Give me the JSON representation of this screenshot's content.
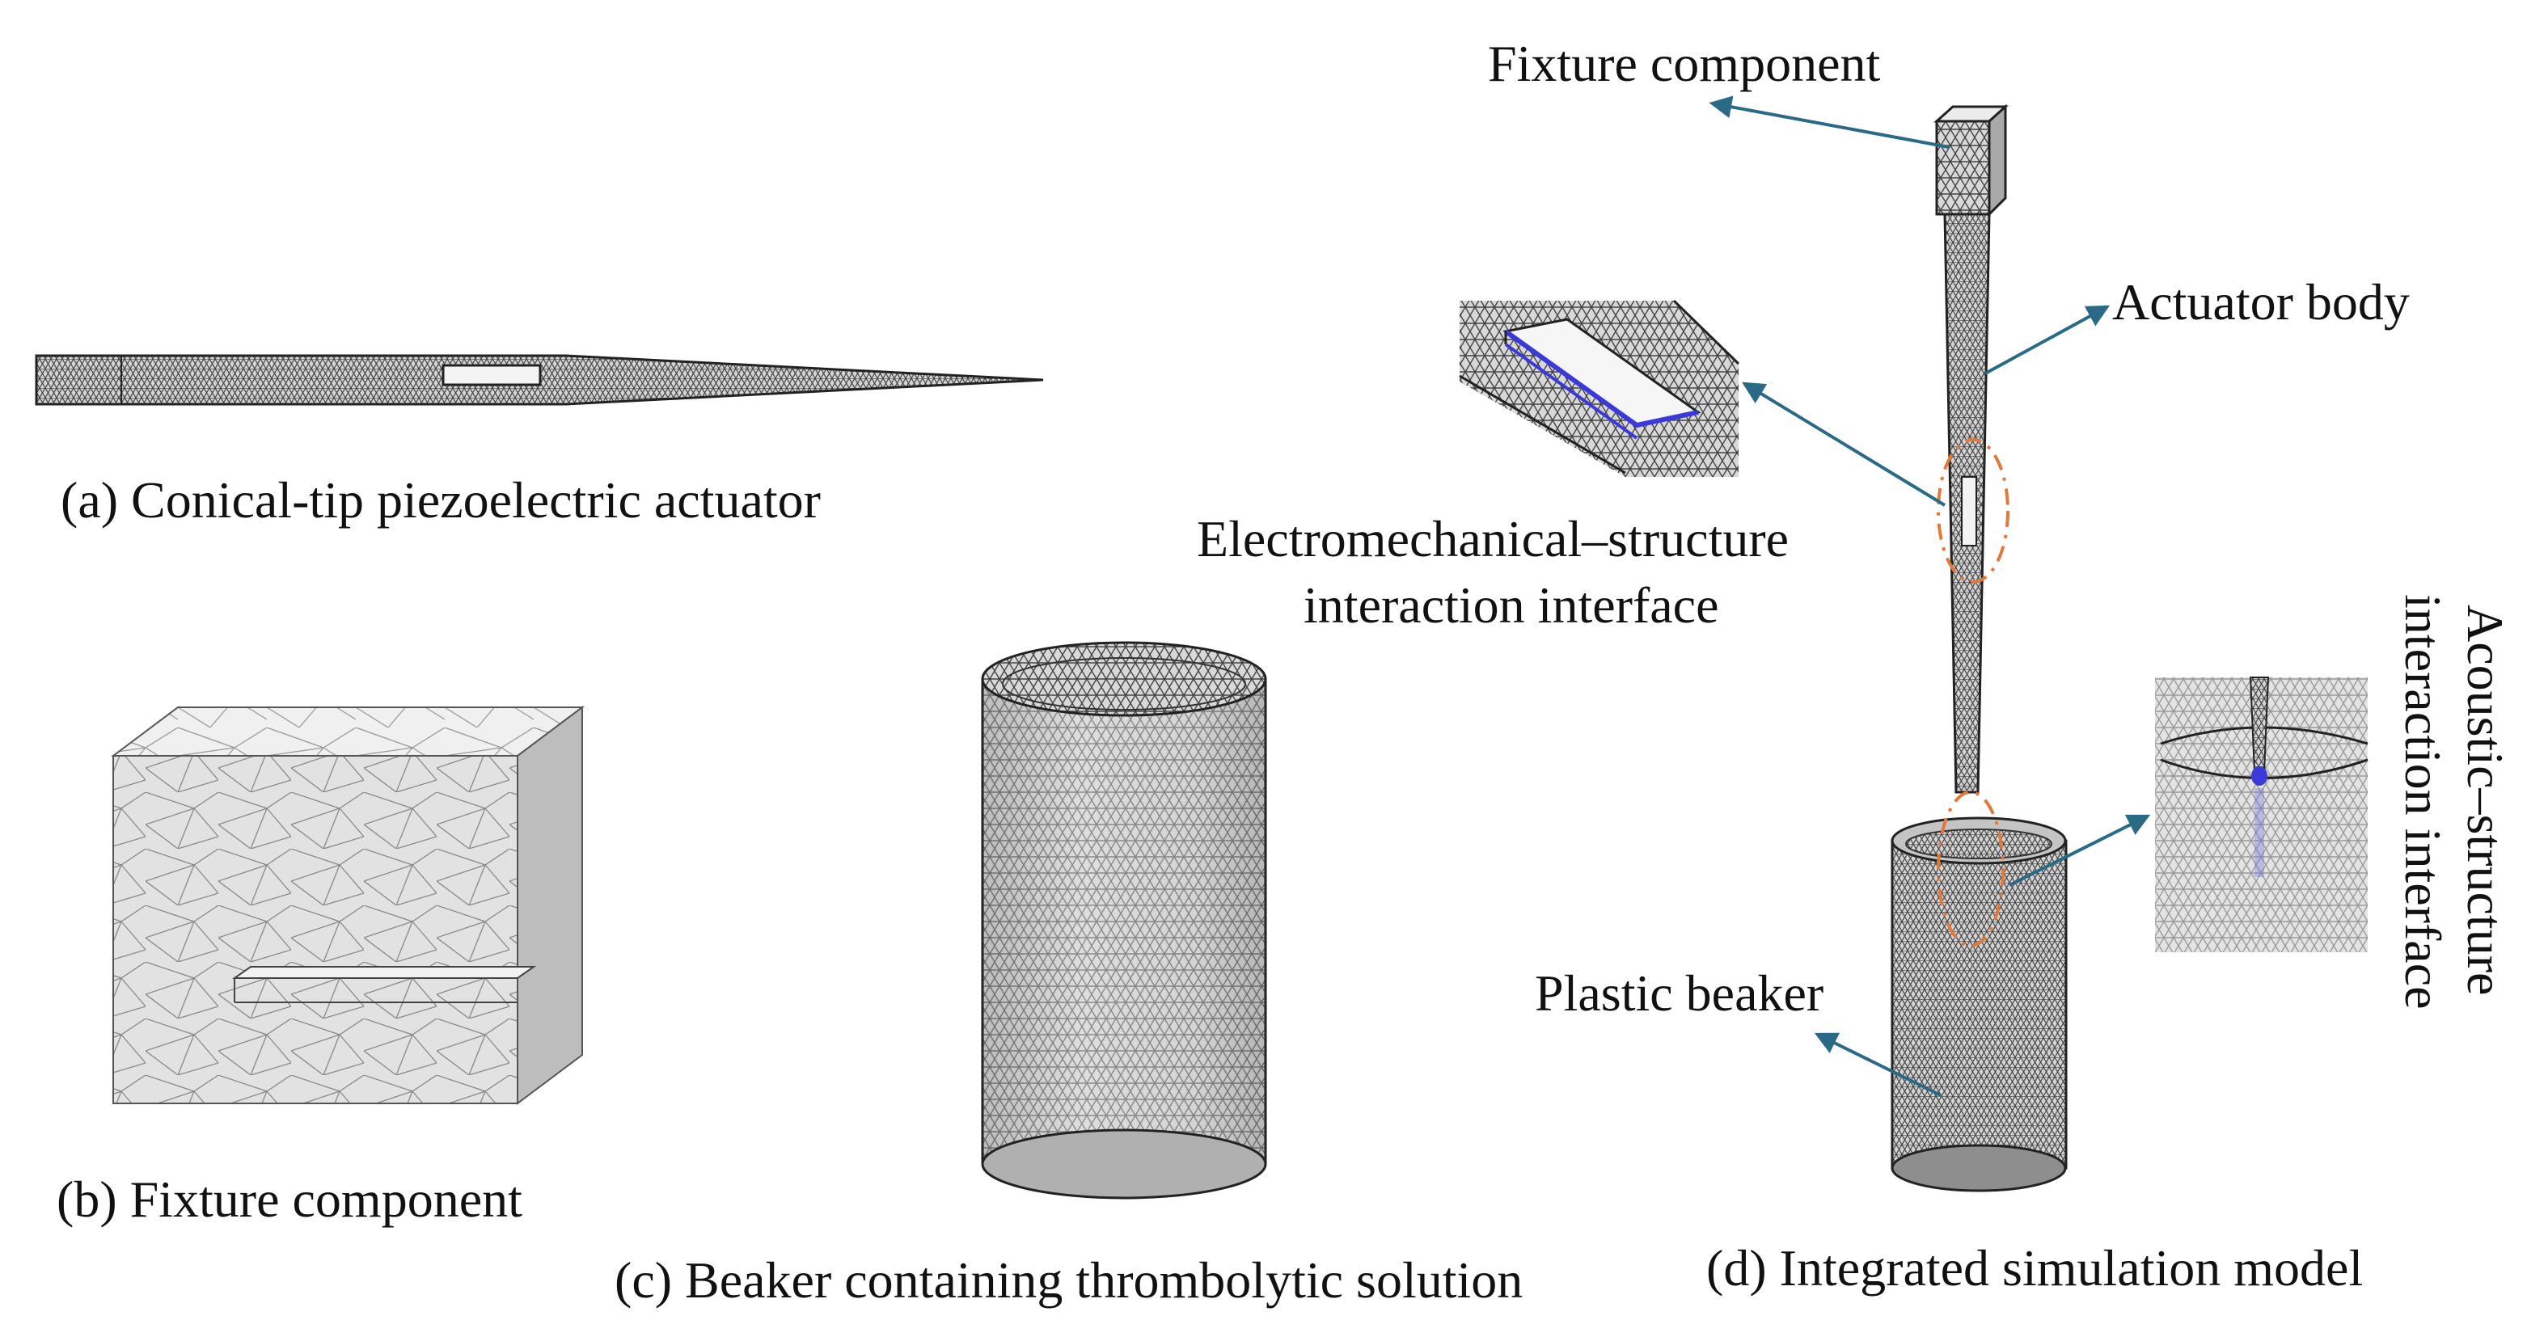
{
  "captions": {
    "a": "(a) Conical-tip piezoelectric actuator",
    "b": "(b) Fixture component",
    "c": "(c) Beaker containing thrombolytic solution",
    "d": "(d) Integrated simulation model"
  },
  "labels": {
    "fixture_component": "Fixture component",
    "actuator_body": "Actuator body",
    "electromechanical_line1": "Electromechanical–structure",
    "electromechanical_line2": "interaction interface",
    "plastic_beaker": "Plastic beaker",
    "acoustic_line1": "Acoustic–structure",
    "acoustic_line2": "interaction interface"
  },
  "colors": {
    "arrow": "#2b6a86",
    "highlight_ellipse": "#e07a3c",
    "mesh_line": "#3a3a3a",
    "surface": "#d6d6d6",
    "interface_blue": "#3a3ad8"
  }
}
